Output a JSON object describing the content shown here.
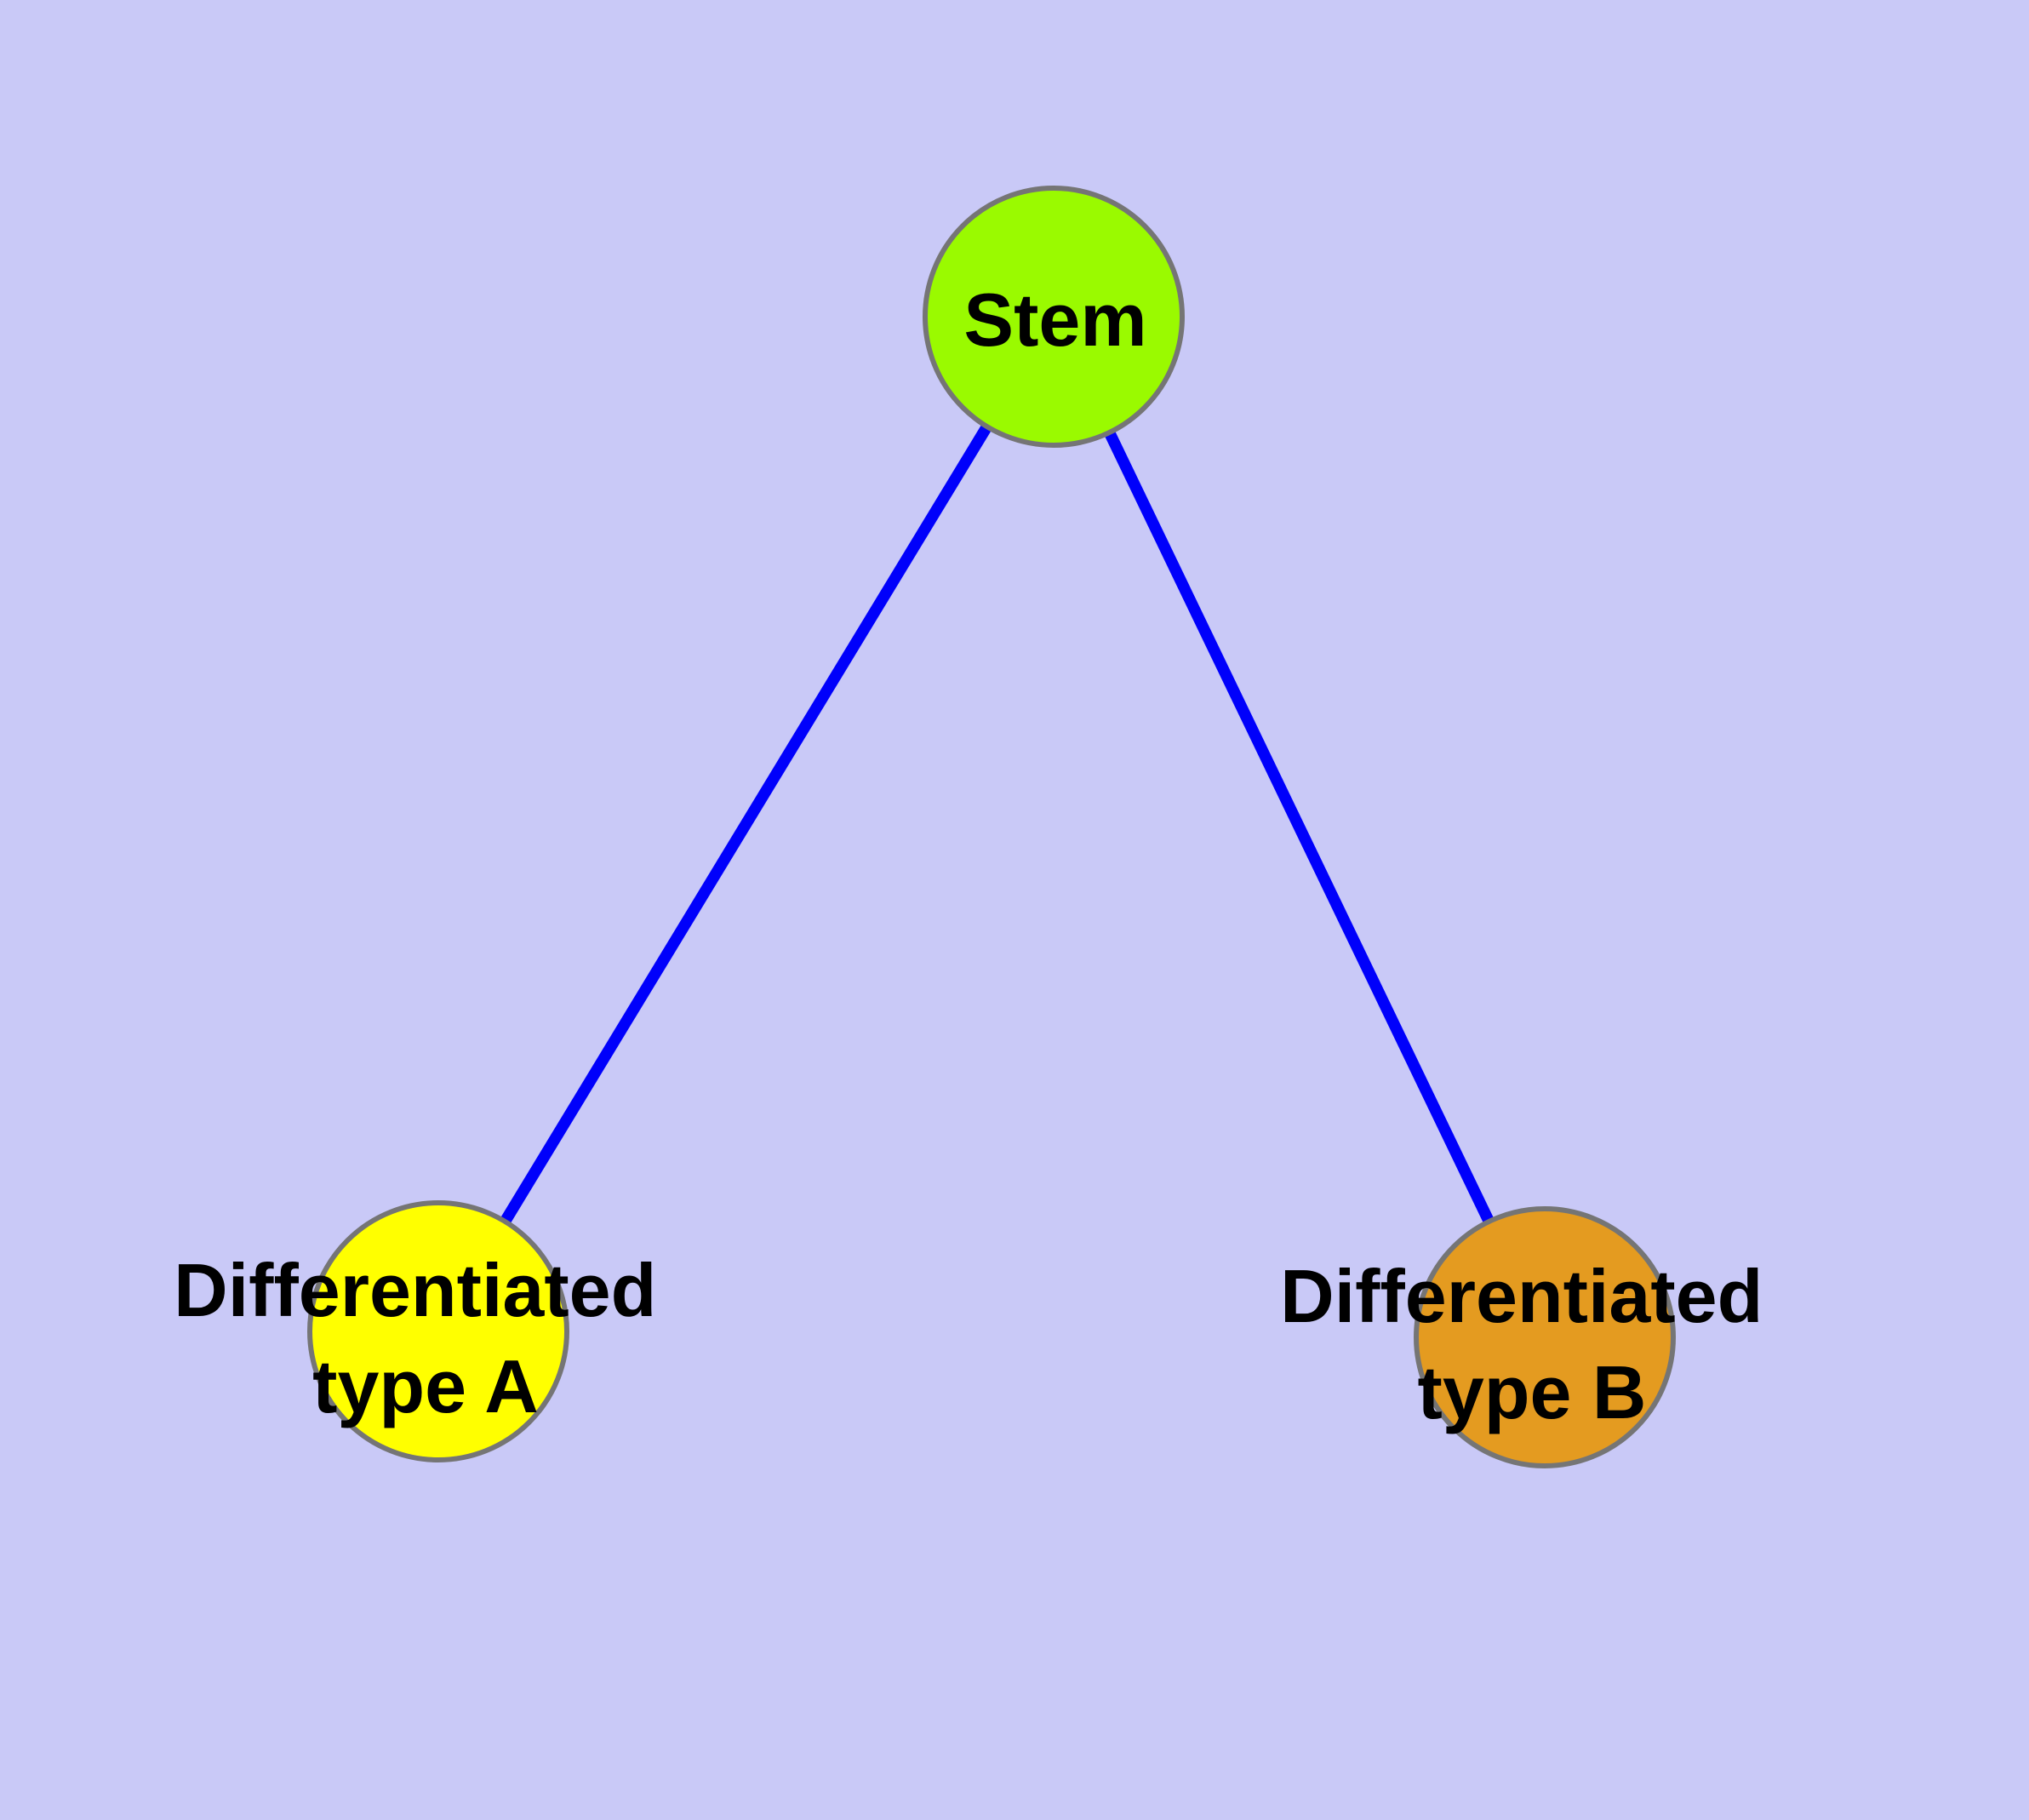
{
  "diagram": {
    "type": "node-link-graph",
    "description": "Stem cell differentiation tree",
    "background_color": "#C9C9F7",
    "edge_color": "#0000FB",
    "node_border_color": "#757575",
    "label_color": "#000000",
    "nodes": [
      {
        "id": "stem",
        "label": "Stem",
        "fill": "#9AFA00"
      },
      {
        "id": "differentiated-type-a",
        "label_line1": "Differentiated",
        "label_line2": "type A",
        "fill": "#FFFF00"
      },
      {
        "id": "differentiated-type-b",
        "label_line1": "Differentiated",
        "label_line2": "type B",
        "fill": "#E49B20"
      }
    ],
    "edges": [
      {
        "from": "Stem",
        "to": "Differentiated type A"
      },
      {
        "from": "Stem",
        "to": "Differentiated type B"
      }
    ]
  }
}
